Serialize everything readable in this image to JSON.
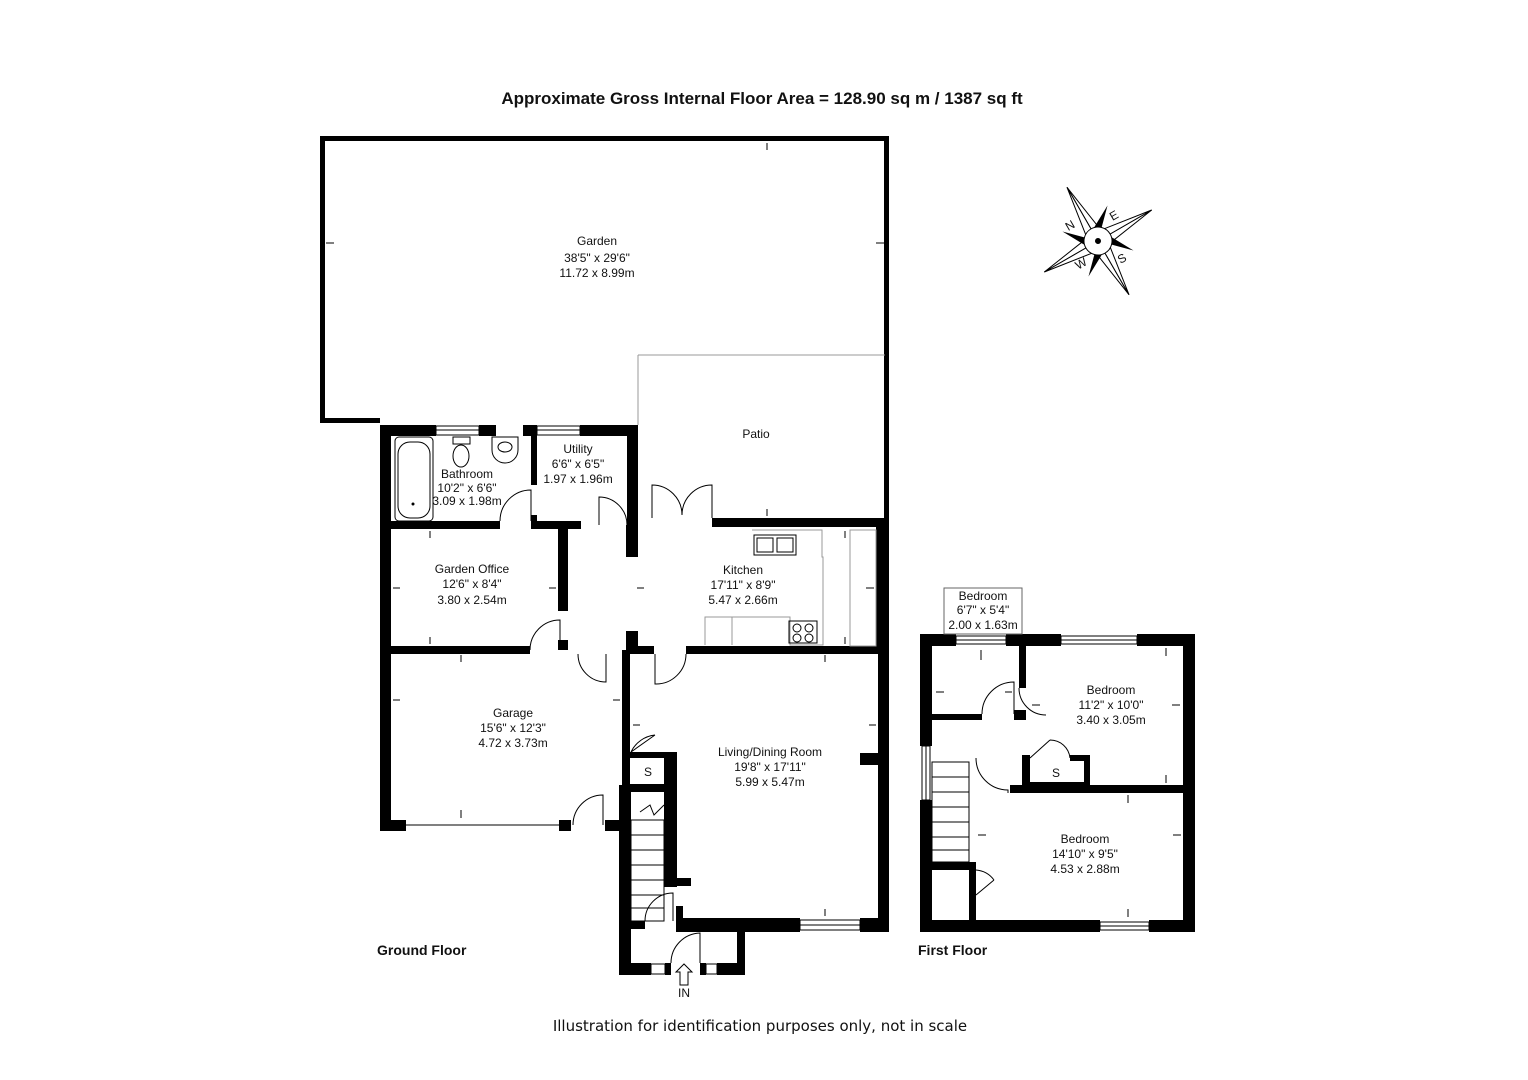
{
  "title": "Approximate Gross Internal Floor Area =  128.90 sq m / 1387 sq ft",
  "footer": "Illustration for identification purposes only, not in scale",
  "entrance": "IN",
  "floors": {
    "ground": "Ground Floor",
    "first": "First Floor"
  },
  "compass": {
    "n": "N",
    "e": "E",
    "s": "S",
    "w": "W"
  },
  "rooms": {
    "garden": {
      "name": "Garden",
      "imperial": "38'5\" x 29'6\"",
      "metric": "11.72 x 8.99m"
    },
    "patio": {
      "name": "Patio"
    },
    "bathroom": {
      "name": "Bathroom",
      "imperial": "10'2\" x 6'6\"",
      "metric": "3.09 x 1.98m"
    },
    "utility": {
      "name": "Utility",
      "imperial": "6'6\" x 6'5\"",
      "metric": "1.97 x 1.96m"
    },
    "garden_office": {
      "name": "Garden Office",
      "imperial": "12'6\" x 8'4\"",
      "metric": "3.80 x 2.54m"
    },
    "kitchen": {
      "name": "Kitchen",
      "imperial": "17'11\" x 8'9\"",
      "metric": "5.47 x 2.66m"
    },
    "garage": {
      "name": "Garage",
      "imperial": "15'6\" x 12'3\"",
      "metric": "4.72 x 3.73m"
    },
    "living": {
      "name": "Living/Dining Room",
      "imperial": "19'8\" x 17'11\"",
      "metric": "5.99 x 5.47m"
    },
    "store": {
      "name": "S"
    },
    "bedroom1": {
      "name": "Bedroom",
      "imperial": "6'7\" x 5'4\"",
      "metric": "2.00 x 1.63m"
    },
    "bedroom2": {
      "name": "Bedroom",
      "imperial": "11'2\" x 10'0\"",
      "metric": "3.40 x 3.05m"
    },
    "bedroom3": {
      "name": "Bedroom",
      "imperial": "14'10\" x 9'5\"",
      "metric": "4.53 x 2.88m"
    },
    "store_first": {
      "name": "S"
    }
  }
}
